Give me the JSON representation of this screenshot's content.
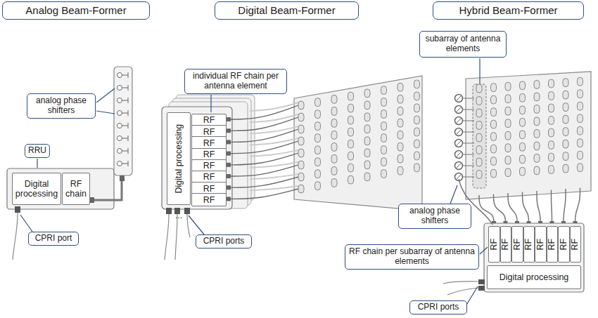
{
  "diagram": {
    "nodes": [
      {
        "text": [
          "Analog Beam-Former"
        ]
      },
      {
        "text": [
          "Digital Beam-Former"
        ]
      },
      {
        "text": [
          "Hybrid Beam-Former"
        ]
      },
      {
        "text": [
          "individual RF chain per antenna element"
        ]
      },
      {
        "text": [
          "subarray of antenna elements"
        ]
      },
      {
        "text": [
          "analog phase shifters"
        ]
      },
      {
        "text": [
          "RRU"
        ]
      },
      {
        "text": [
          "Digital processing"
        ]
      },
      {
        "text": [
          "RF chain"
        ]
      },
      {
        "text": [
          "CPRI port"
        ]
      },
      {
        "text": [
          "Digital processing"
        ]
      },
      {
        "text": [
          "RF"
        ]
      },
      {
        "text": [
          "RF"
        ]
      },
      {
        "text": [
          "RF"
        ]
      },
      {
        "text": [
          "RF"
        ]
      },
      {
        "text": [
          "RF"
        ]
      },
      {
        "text": [
          "RF"
        ]
      },
      {
        "text": [
          "RF"
        ]
      },
      {
        "text": [
          "RF"
        ]
      },
      {
        "text": [
          "CPRI ports"
        ]
      },
      {
        "text": [
          "analog phase shifters"
        ]
      },
      {
        "text": [
          "RF"
        ]
      },
      {
        "text": [
          "RF"
        ]
      },
      {
        "text": [
          "RF"
        ]
      },
      {
        "text": [
          "RF"
        ]
      },
      {
        "text": [
          "RF"
        ]
      },
      {
        "text": [
          "RF"
        ]
      },
      {
        "text": [
          "RF"
        ]
      },
      {
        "text": [
          "RF"
        ]
      },
      {
        "text": [
          "RF chain per subarray of antenna elements"
        ]
      },
      {
        "text": [
          "Digital processing"
        ]
      },
      {
        "text": [
          "CPRI ports"
        ]
      }
    ],
    "labels": [
      "..."
    ]
  }
}
